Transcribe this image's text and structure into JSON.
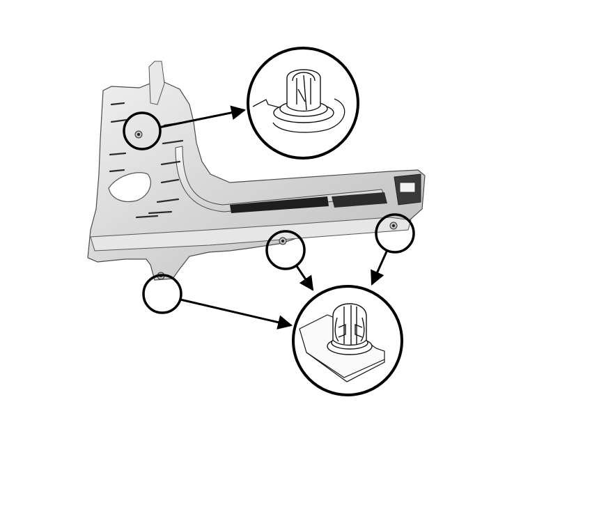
{
  "diagram": {
    "subject": "trim-panel",
    "fastener_callouts": [
      {
        "id": "upper-left-clip",
        "detail": "top-detail"
      },
      {
        "id": "lower-left-clip",
        "detail": "bottom-detail"
      },
      {
        "id": "center-clip",
        "detail": "bottom-detail"
      },
      {
        "id": "right-clip",
        "detail": "bottom-detail"
      }
    ],
    "colors": {
      "line": "#000000",
      "panel_fill": "#dcdcdc",
      "panel_shadow": "#9a9a9a",
      "panel_dark": "#2a2a2a",
      "background": "#ffffff"
    }
  }
}
